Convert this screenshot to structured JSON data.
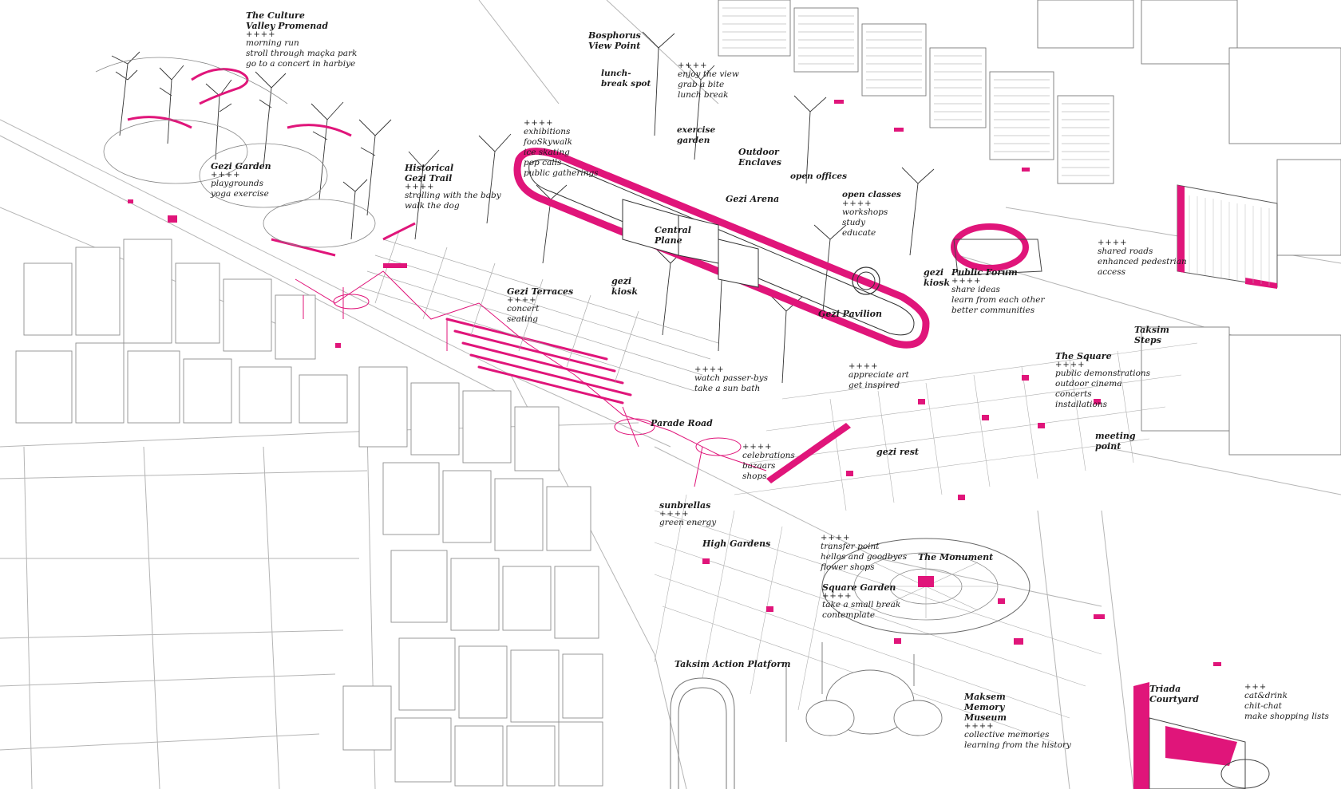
{
  "colors": {
    "accent": "#e0157a",
    "line": "#9a9a9a",
    "dark_line": "#444444",
    "background": "#ffffff"
  },
  "labels": {
    "culture_valley": {
      "title": "The Culture Valley Promenad",
      "plus": "++++",
      "activities": [
        "morning run",
        "stroll through maçka park",
        "go to a concert in harbiye"
      ]
    },
    "bosphorus": {
      "title": "Bosphorus View Point"
    },
    "lunch_break": {
      "title": "lunch- break spot"
    },
    "enjoy_view": {
      "plus": "++++",
      "activities": [
        "enjoy the view",
        "grab a bite",
        "lunch break"
      ]
    },
    "exercise_garden": {
      "title": "exercise garden"
    },
    "outdoor_enclaves": {
      "title": "Outdoor Enclaves"
    },
    "open_offices": {
      "title": "open offices"
    },
    "open_classes": {
      "title": "open classes",
      "plus": "++++",
      "activities": [
        "workshops",
        "study",
        "educate"
      ]
    },
    "exhibitions": {
      "plus": "++++",
      "activities": [
        "exhibitions",
        "fooSkywalk",
        "ice skating",
        "pop calls",
        "public gatherings"
      ]
    },
    "gezi_garden": {
      "title": "Gezi Garden",
      "plus": "++++",
      "activities": [
        "playgrounds",
        "yoga exercise"
      ]
    },
    "historical_trail": {
      "title": "Historical Gezi Trail",
      "plus": "++++",
      "activities": [
        "strolling with the baby",
        "walk the dog"
      ]
    },
    "gezi_arena": {
      "title": "Gezi Arena"
    },
    "central_plane": {
      "title": "Central Plane"
    },
    "gezi_kiosk_center": {
      "title": "gezi kiosk"
    },
    "gezi_kiosk_right": {
      "title": "gezi kiosk"
    },
    "public_forum": {
      "title": "Public Forum",
      "plus": "++++",
      "activities": [
        "share ideas",
        "learn from each other",
        "better communities"
      ]
    },
    "shared_roads": {
      "plus": "++++",
      "activities": [
        "shared roads",
        "enhanced pedestrian",
        "access"
      ]
    },
    "gezi_terraces": {
      "title": "Gezi Terraces",
      "plus": "++++",
      "activities": [
        "concert",
        "seating"
      ]
    },
    "gezi_pavilion": {
      "title": "Gezi Pavilion"
    },
    "taksim_steps": {
      "title": "Taksim Steps"
    },
    "the_square": {
      "title": "The Square",
      "plus": "++++",
      "activities": [
        "public demonstrations",
        "outdoor cinema",
        "concerts",
        "installations"
      ]
    },
    "watch_passers": {
      "plus": "++++",
      "activities": [
        "watch passer-bys",
        "take a sun bath"
      ]
    },
    "appreciate_art": {
      "plus": "++++",
      "activities": [
        "appreciate art",
        "get inspired"
      ]
    },
    "parade_road": {
      "title": "Parade Road"
    },
    "celebrations": {
      "plus": "++++",
      "activities": [
        "celebrations",
        "bazaars",
        "shops"
      ]
    },
    "gezi_rest": {
      "title": "gezi rest"
    },
    "meeting_point": {
      "title": "meeting point"
    },
    "sunbrellas": {
      "title": "sunbrellas",
      "plus": "++++",
      "activities": [
        "green energy"
      ]
    },
    "high_gardens": {
      "title": "High Gardens"
    },
    "transfer_point": {
      "plus": "++++",
      "activities": [
        "transfer point",
        "hellos and goodbyes",
        "flower shops"
      ]
    },
    "the_monument": {
      "title": "The Monument"
    },
    "square_garden": {
      "title": "Square Garden",
      "plus": "++++",
      "activities": [
        "take a small break",
        "contemplate"
      ]
    },
    "action_platform": {
      "title": "Taksim Action Platform"
    },
    "maksem": {
      "title": "Maksem Memory Museum",
      "plus": "++++",
      "activities": [
        "collective memories",
        "learning from the history"
      ]
    },
    "triada": {
      "title": "Triada Courtyard"
    },
    "cat_drink": {
      "plus": "+++",
      "activities": [
        "cat&drink",
        "chit-chat",
        "make shopping lists"
      ]
    }
  }
}
